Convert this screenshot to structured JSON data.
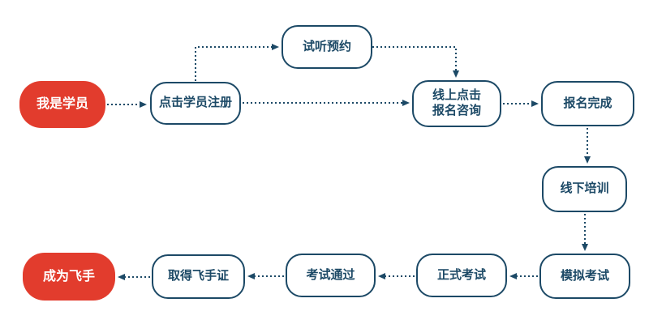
{
  "diagram": {
    "type": "flowchart",
    "title": "",
    "background": "#ffffff",
    "colors": {
      "accent_red": "#E23C2D",
      "line_navy": "#1C4966",
      "node_border_navy": "#1C4966",
      "node_text_navy": "#1C4966",
      "node_text_white": "#ffffff"
    },
    "nodes": [
      {
        "id": "start",
        "label": "我是学员",
        "style": "red-pill"
      },
      {
        "id": "register",
        "label": "点击学员注册",
        "style": "outline"
      },
      {
        "id": "trial",
        "label": "试听预约",
        "style": "outline"
      },
      {
        "id": "consult",
        "label": "线上点击\n报名咨询",
        "style": "outline"
      },
      {
        "id": "complete",
        "label": "报名完成",
        "style": "outline"
      },
      {
        "id": "offline",
        "label": "线下培训",
        "style": "outline"
      },
      {
        "id": "mock",
        "label": "模拟考试",
        "style": "outline"
      },
      {
        "id": "formal",
        "label": "正式考试",
        "style": "outline"
      },
      {
        "id": "pass",
        "label": "考试通过",
        "style": "outline"
      },
      {
        "id": "cert",
        "label": "取得飞手证",
        "style": "outline"
      },
      {
        "id": "end",
        "label": "成为飞手",
        "style": "red-pill"
      }
    ],
    "edges": [
      {
        "from": "start",
        "to": "register",
        "line": "dotted-arrow"
      },
      {
        "from": "register",
        "to": "trial",
        "line": "dotted-arrow"
      },
      {
        "from": "trial",
        "to": "consult",
        "line": "dotted-arrow"
      },
      {
        "from": "register",
        "to": "consult",
        "line": "dotted-arrow"
      },
      {
        "from": "consult",
        "to": "complete",
        "line": "dotted-arrow"
      },
      {
        "from": "complete",
        "to": "offline",
        "line": "dotted-arrow"
      },
      {
        "from": "offline",
        "to": "mock",
        "line": "dotted-arrow"
      },
      {
        "from": "mock",
        "to": "formal",
        "line": "dotted-arrow"
      },
      {
        "from": "formal",
        "to": "pass",
        "line": "dotted-arrow"
      },
      {
        "from": "pass",
        "to": "cert",
        "line": "dotted-arrow"
      },
      {
        "from": "cert",
        "to": "end",
        "line": "dotted-arrow"
      }
    ]
  }
}
